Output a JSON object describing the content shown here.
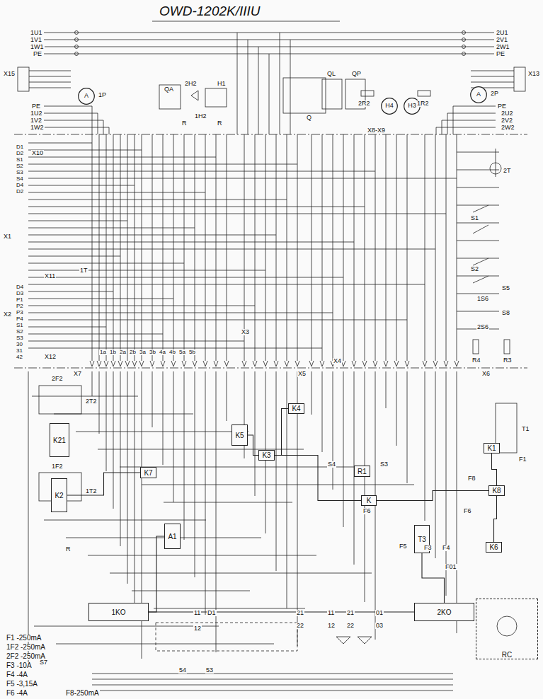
{
  "diagram": {
    "title": "OWD-1202K/IIIU",
    "nodes": [
      {
        "text": [
          "1KO"
        ]
      },
      {
        "text": [
          "2KO"
        ]
      },
      {
        "text": [
          "K1"
        ]
      },
      {
        "text": [
          "K2"
        ]
      },
      {
        "text": [
          "K21"
        ]
      },
      {
        "text": [
          "K3"
        ]
      },
      {
        "text": [
          "K4"
        ]
      },
      {
        "text": [
          "K5"
        ]
      },
      {
        "text": [
          "K6"
        ]
      },
      {
        "text": [
          "K7"
        ]
      },
      {
        "text": [
          "K8"
        ]
      },
      {
        "text": [
          "K"
        ]
      },
      {
        "text": [
          "A1"
        ]
      },
      {
        "text": [
          "T3"
        ]
      },
      {
        "text": [
          "R1"
        ]
      },
      {
        "text": [
          "RC"
        ]
      },
      {
        "text": [
          "A"
        ]
      },
      {
        "text": [
          "A"
        ]
      },
      {
        "text": [
          "H4"
        ]
      },
      {
        "text": [
          "H3"
        ]
      }
    ],
    "edges": [
      {
        "from": 0,
        "to": 1,
        "arrow": "none"
      },
      {
        "from": 6,
        "to": 5,
        "arrow": "none"
      },
      {
        "from": 7,
        "to": 5,
        "arrow": "none"
      },
      {
        "from": 5,
        "to": 11,
        "arrow": "none"
      },
      {
        "from": 11,
        "to": 10,
        "arrow": "none"
      },
      {
        "from": 10,
        "to": 8,
        "arrow": "none"
      },
      {
        "from": 9,
        "to": 3,
        "arrow": "none"
      },
      {
        "from": 12,
        "to": 0,
        "arrow": "none"
      },
      {
        "from": 13,
        "to": 1,
        "arrow": "none"
      },
      {
        "from": 2,
        "to": 10,
        "arrow": "none"
      }
    ],
    "labels": [
      "1U1",
      "1V1",
      "1W1",
      "PE",
      "2U1",
      "2V1",
      "2W1",
      "PE",
      "X15",
      "X13",
      "PE",
      "1U2",
      "1V2",
      "1W2",
      "PE",
      "2U2",
      "2V2",
      "2W2",
      "X10",
      "X1",
      "X11",
      "X2",
      "X12",
      "QA",
      "2H2",
      "H1",
      "1H2",
      "R",
      "R",
      "Q",
      "QL",
      "QP",
      "2R2",
      "1R2",
      "1P",
      "2P",
      "X8-X9",
      "2T",
      "1T",
      "S1",
      "S2",
      "S5",
      "S8",
      "1S6",
      "2S6",
      "R4",
      "R3",
      "X3",
      "X4",
      "X5",
      "X6",
      "X7",
      "2F2",
      "2T2",
      "1F2",
      "1T2",
      "S7",
      "R",
      "D1",
      "F8",
      "F6",
      "F6",
      "F5",
      "F3",
      "F4",
      "F01",
      "S4",
      "S3",
      "T1",
      "F1",
      "54",
      "53",
      "11",
      "12",
      "21",
      "22",
      "11",
      "12",
      "21",
      "22",
      "01",
      "03",
      "F1 -250mA",
      "1F2 -250mA",
      "2F2 -250mA",
      "F3 -10A",
      "F4 -4A",
      "F5 -3,15A",
      "F6 -4A",
      "F8-250mA",
      "D1",
      "D2",
      "S1",
      "S2",
      "S3",
      "S4",
      "D4",
      "D2",
      "D4",
      "D3",
      "P1",
      "P2",
      "P3",
      "P4",
      "S1",
      "S2",
      "S3",
      "30",
      "31",
      "42",
      "1a",
      "1b",
      "2a",
      "2b",
      "3a",
      "3b",
      "4a",
      "4b",
      "5a",
      "5b"
    ]
  }
}
